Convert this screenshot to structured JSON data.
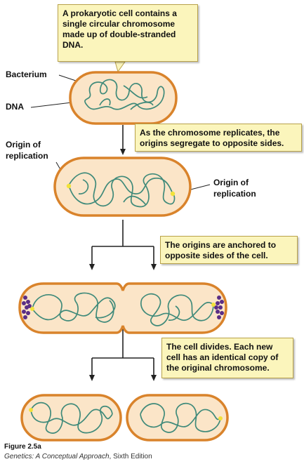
{
  "callouts": {
    "step1": "A prokaryotic cell contains a single circular chromosome made up of double-stranded DNA.",
    "step2": "As the chromosome replicates, the origins segregate to opposite sides.",
    "step3": "The origins are anchored to opposite sides of the cell.",
    "step4": "The cell divides. Each new cell has an identical copy of the original chromosome."
  },
  "labels": {
    "bacterium": "Bacterium",
    "dna": "DNA",
    "origin_left_line1": "Origin of",
    "origin_left_line2": "replication",
    "origin_right_line1": "Origin of",
    "origin_right_line2": "replication"
  },
  "caption": {
    "figure": "Figure 2.5a",
    "book_title": "Genetics: A Conceptual Approach",
    "edition": ", Sixth Edition"
  },
  "colors": {
    "cell_fill": "#fbe5c8",
    "cell_border": "#d9832b",
    "dna": "#3f8a7a",
    "origin": "#f2e23a",
    "anchor": "#5a2e86",
    "callout_fill": "#fbf5bc"
  }
}
